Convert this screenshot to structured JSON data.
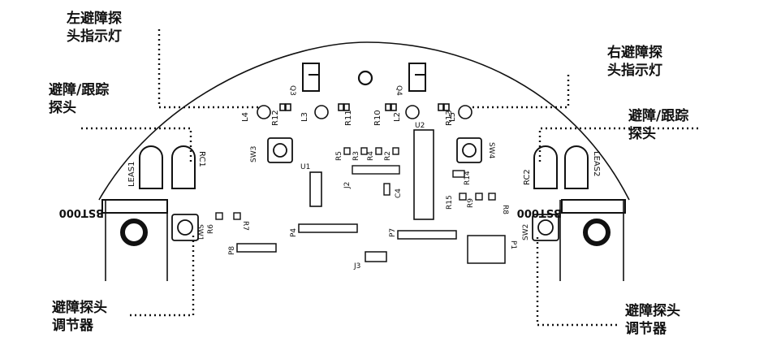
{
  "callouts": {
    "left_indicator": "左避障探\n头指示灯",
    "right_indicator": "右避障探\n头指示灯",
    "left_sensor": "避障/跟踪\n探头",
    "right_sensor": "避障/跟踪\n探头",
    "left_adjuster": "避障探头\n调节器",
    "right_adjuster": "避障探头\n调节器"
  },
  "board": {
    "silk": {
      "Q3": "Q3",
      "Q4": "Q4",
      "L4": "L4",
      "R12": "R12",
      "L3": "L3",
      "R11": "R11",
      "R10": "R10",
      "L2": "L2",
      "R13": "R13",
      "L5": "L5",
      "SW3": "SW3",
      "SW4": "SW4",
      "U2": "U2",
      "U1": "U1",
      "R5": "R5",
      "R3": "R3",
      "R4": "R4",
      "R2": "R2",
      "J2": "J2",
      "C4": "C4",
      "R14": "R14",
      "LEAS1": "LEAS1",
      "RC1": "RC1",
      "RC2": "RC2",
      "LEAS2": "LEAS2",
      "BST000_L": "BST000",
      "BST000_R": "BST000",
      "SW1": "SW1",
      "SW2": "SW2",
      "R6": "R6",
      "R7": "R7",
      "R15": "R15",
      "R9": "R9",
      "R8": "R8",
      "P4": "P4",
      "P7": "P7",
      "P8": "P8",
      "J3": "J3",
      "P1": "P1"
    }
  }
}
